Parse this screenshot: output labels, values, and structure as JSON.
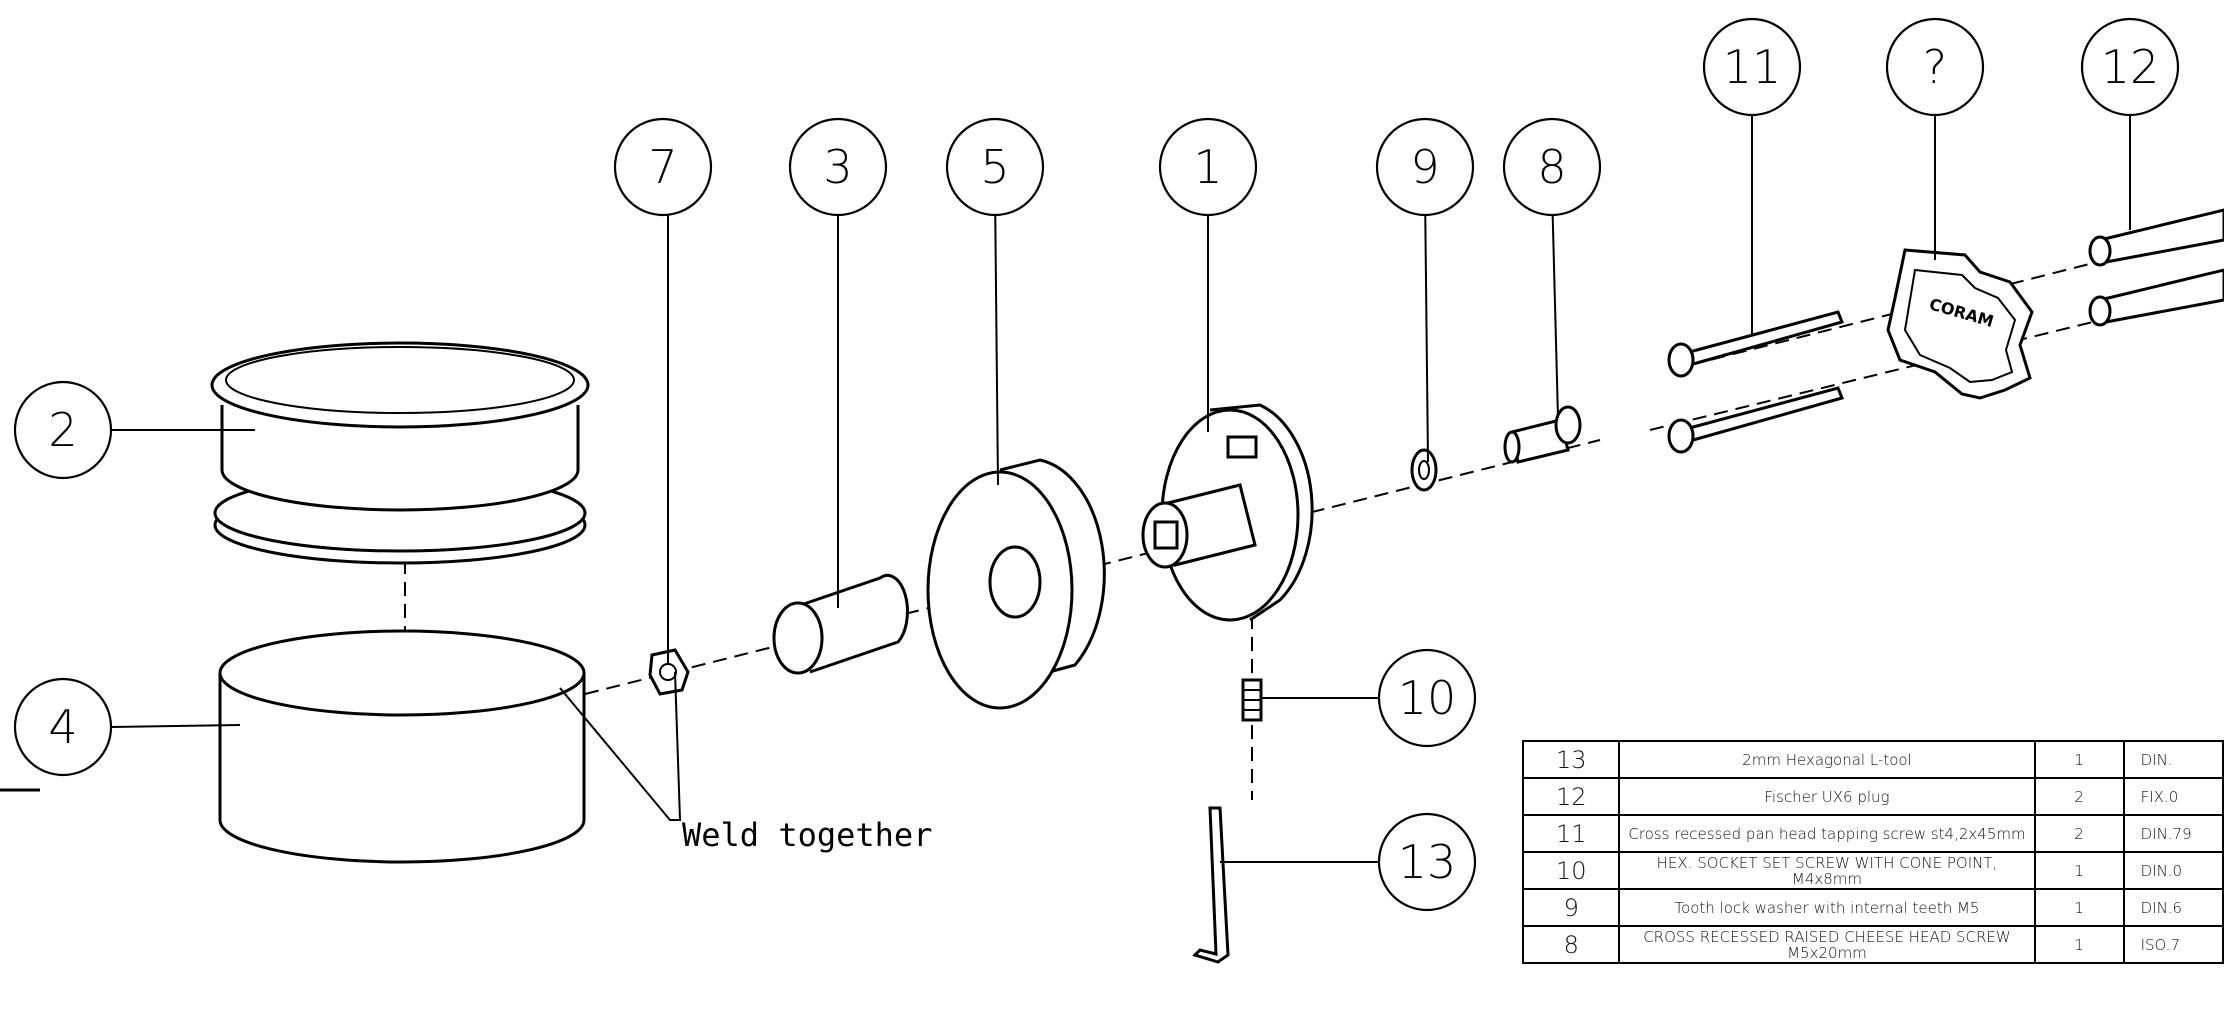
{
  "balloons": {
    "b1": "1",
    "b2": "2",
    "b3": "3",
    "b4": "4",
    "b5": "5",
    "b7": "7",
    "b8": "8",
    "b9": "9",
    "b10": "10",
    "b11": "11",
    "b12": "12",
    "b13": "13",
    "bq": "?"
  },
  "note_weld": "Weld together",
  "bracket_logo": "CORAM",
  "bom": [
    {
      "pos": "13",
      "desc": "2mm Hexagonal L-tool",
      "qty": "1",
      "ref": "DIN."
    },
    {
      "pos": "12",
      "desc": "Fischer UX6 plug",
      "qty": "2",
      "ref": "FIX.0"
    },
    {
      "pos": "11",
      "desc": "Cross recessed pan head tapping screw st4,2x45mm",
      "qty": "2",
      "ref": "DIN.79"
    },
    {
      "pos": "10",
      "desc": "HEX. SOCKET SET SCREW WITH CONE POINT, M4x8mm",
      "qty": "1",
      "ref": "DIN.0"
    },
    {
      "pos": "9",
      "desc": "Tooth lock washer with internal teeth M5",
      "qty": "1",
      "ref": "DIN.6"
    },
    {
      "pos": "8",
      "desc": "CROSS RECESSED RAISED CHEESE HEAD SCREW M5x20mm",
      "qty": "1",
      "ref": "ISO.7"
    }
  ]
}
